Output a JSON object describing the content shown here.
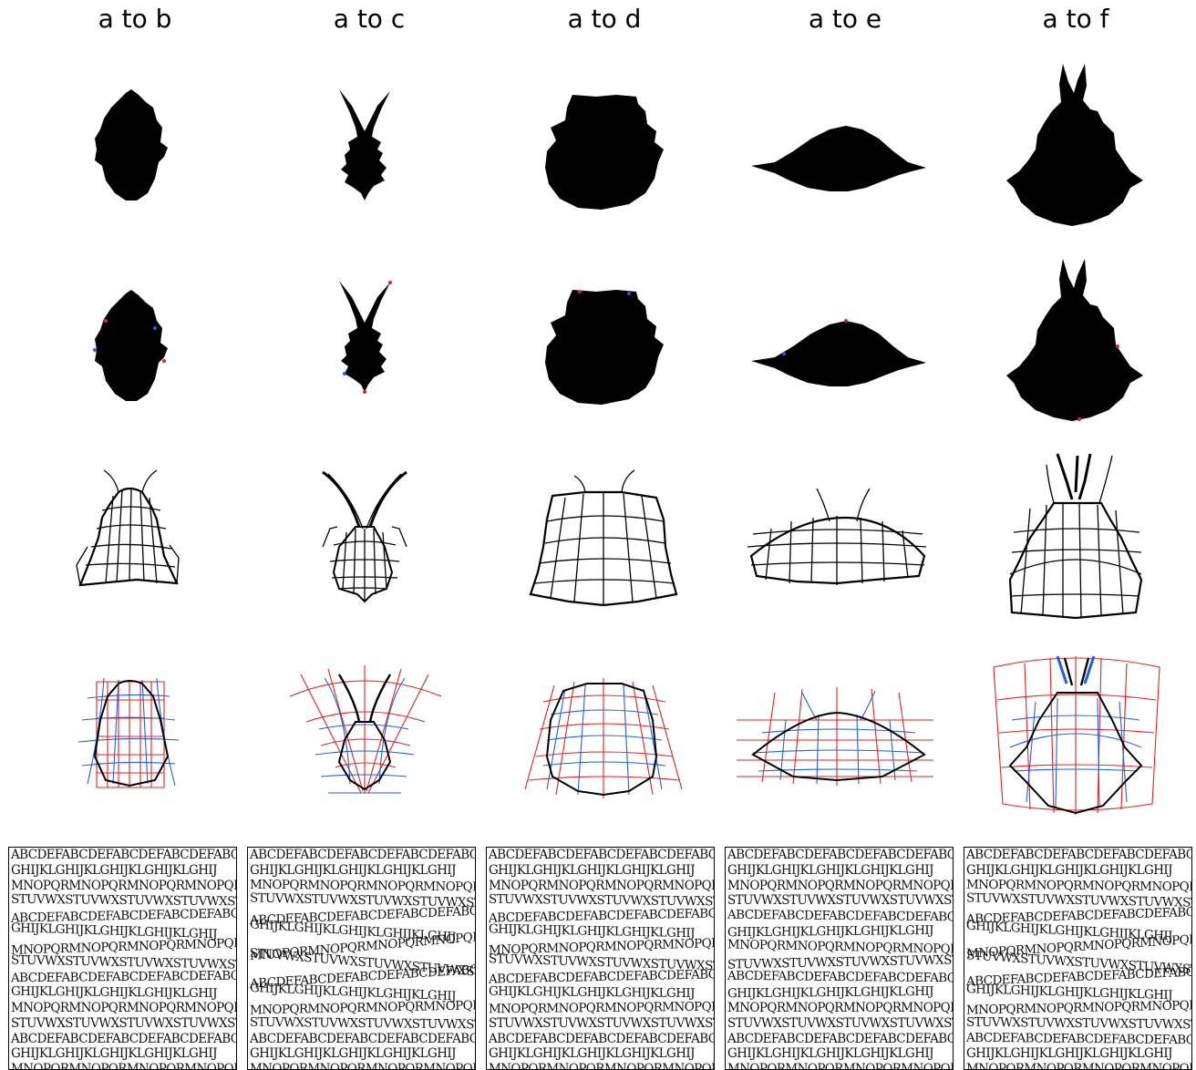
{
  "columns": [
    {
      "title": "a to b"
    },
    {
      "title": "a to c"
    },
    {
      "title": "a to d"
    },
    {
      "title": "a to e"
    },
    {
      "title": "a to f"
    }
  ],
  "colors": {
    "shape": "#000000",
    "grid_source": "#e8211f",
    "grid_target": "#1f5fe8",
    "grid_line": "#000000"
  },
  "rows": [
    {
      "name": "target-silhouette"
    },
    {
      "name": "warped-silhouette"
    },
    {
      "name": "deformation-grid"
    },
    {
      "name": "overlaid-grids"
    },
    {
      "name": "warped-text"
    }
  ],
  "text_panel": {
    "lines": [
      "ABCDEFABCDEFABCDEFABCDEFABCI",
      "GHIJKLGHIJKLGHIJKLGHIJKLGHIJ",
      "MNOPQRMNOPQRMNOPQRMNOPQRMNOI",
      "STUVWXSTUVWXSTUVWXSTUVWXSTU",
      "ABCDEFABCDEFABCDEFABCDEFABCI",
      "GHIJKLGHIJKLGHIJKLGHIJKLGHIJ",
      "MNOPQRMNOPQRMNOPQRMNOPQRMNOI",
      "STUVWXSTUVWXSTUVWXSTUVWXSTU",
      "ABCDEFABCDEFABCDEFABCDEFABCI",
      "GHIJKLGHIJKLGHIJKLGHIJKLGHIJ",
      "MNOPQRMNOPQRMNOPQRMNOPQRMNOI",
      "STUVWXSTUVWXSTUVWXSTUVWXSTU",
      "ABCDEFABCDEFABCDEFABCDEFABCI",
      "GHIJKLGHIJKLGHIJKLGHIJKLGHIJ",
      "MNOPQRMNOPQRMNOPQRMNOPQRMNOI"
    ]
  }
}
